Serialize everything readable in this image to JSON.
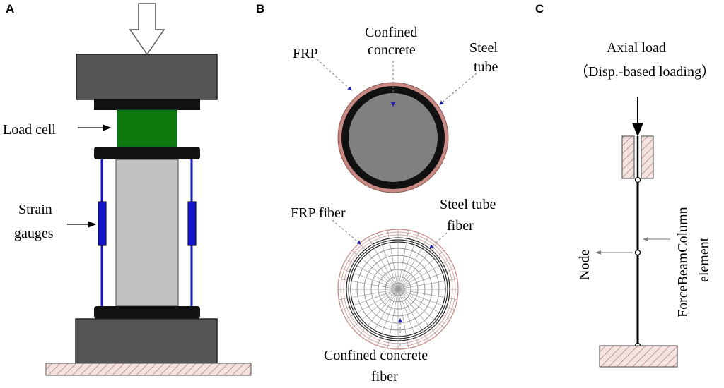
{
  "panel_a": {
    "letter": "A",
    "load_cell_label": "Load cell",
    "strain_gauges_label": [
      "Strain",
      "gauges"
    ]
  },
  "panel_b": {
    "letter": "B",
    "frp_label": "FRP",
    "confined_concrete_label": [
      "Confined",
      "concrete"
    ],
    "steel_tube_label": [
      "Steel",
      "tube"
    ],
    "frp_fiber_label": "FRP fiber",
    "steel_tube_fiber_label": [
      "Steel tube",
      "fiber"
    ],
    "confined_concrete_fiber_label": [
      "Confined concrete",
      "fiber"
    ]
  },
  "panel_c": {
    "letter": "C",
    "axial_load_label": "Axial load",
    "loading_mode_label": "（Disp.-based loading）",
    "node_label": "Node",
    "element_label": [
      "ForceBeamColumn",
      "element"
    ]
  },
  "colors": {
    "dark_block": "#555555",
    "black": "#111111",
    "load_cell": "#0e7a0e",
    "specimen": "#c0c0c0",
    "gauge": "#1414cc",
    "frp": "#c98a86",
    "concrete": "#808080",
    "hatch_fill": "#f3e3e0",
    "hatch_line": "#b08080",
    "leader": "#7a7a7a",
    "arrow_tip": "#2222aa"
  }
}
